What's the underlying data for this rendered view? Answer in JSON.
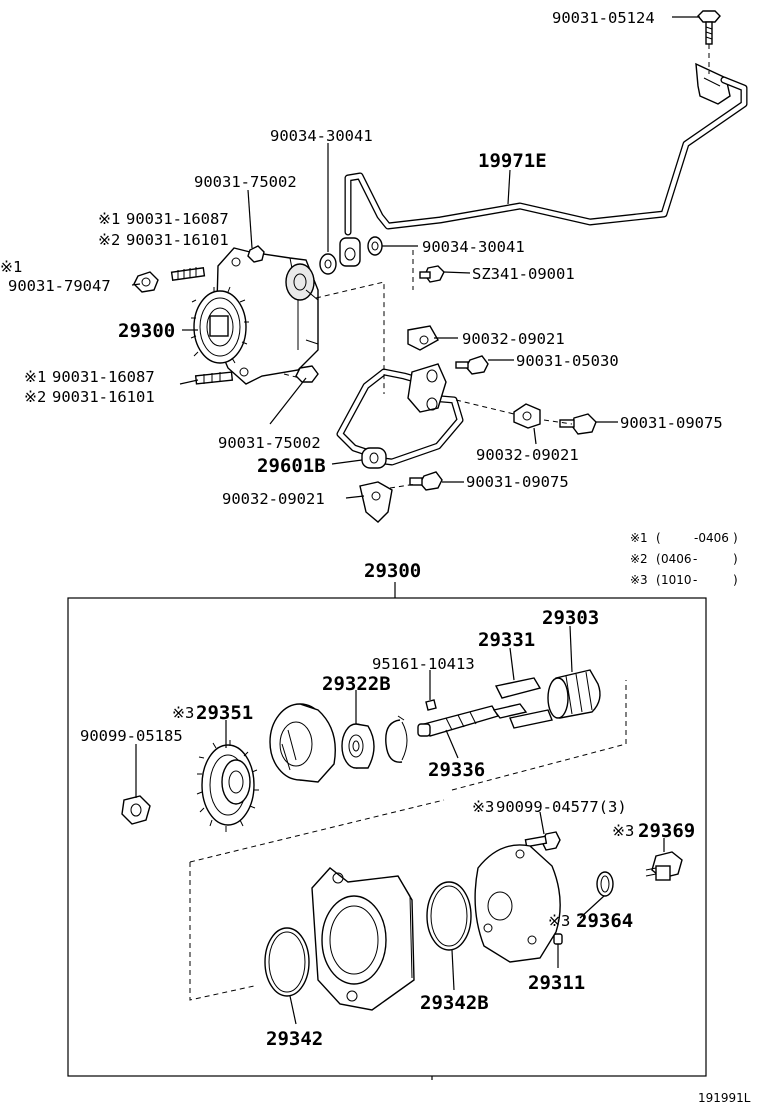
{
  "labels": {
    "bolt_top": "90031-05124",
    "washer_a": "90034-30041",
    "pipe_main": "19971E",
    "stud_a": "90031-75002",
    "mark1": "※1",
    "mark2": "※2",
    "mark3": "※3",
    "stud_b1": "90031-16087",
    "stud_b2": "90031-16101",
    "washer_b": "90034-30041",
    "bolt_sz": "SZ341-09001",
    "nut_a": "90031-79047",
    "pump_assy": "29300",
    "gasket_a": "90032-09021",
    "bolt_b": "90031-05030",
    "stud_c1": "90031-16087",
    "stud_c2": "90031-16101",
    "bolt_c": "90031-09075",
    "stud_d": "90031-75002",
    "gasket_b": "90032-09021",
    "hose": "29601B",
    "bolt_d": "90031-09075",
    "gasket_c": "90032-09021",
    "box_title": "29300",
    "rotor": "29303",
    "vane": "29331",
    "pin": "95161-10413",
    "bearing": "29322B",
    "gear": "29351",
    "nut_b": "90099-05185",
    "shaft": "29336",
    "screw": "90099-04577(3)",
    "check_valve": "29369",
    "oring_small": "29364",
    "dowel": "29311",
    "oring_mid": "29342B",
    "oring_big": "29342",
    "fig_code": "191991L"
  },
  "notes": [
    {
      "mark": "※1",
      "open": "(",
      "from": "",
      "dash": "-0406",
      "close": ")"
    },
    {
      "mark": "※2",
      "open": "(",
      "from": "0406",
      "dash": "-",
      "close": ")"
    },
    {
      "mark": "※3",
      "open": "(",
      "from": "1010",
      "dash": "-",
      "close": ")"
    }
  ]
}
